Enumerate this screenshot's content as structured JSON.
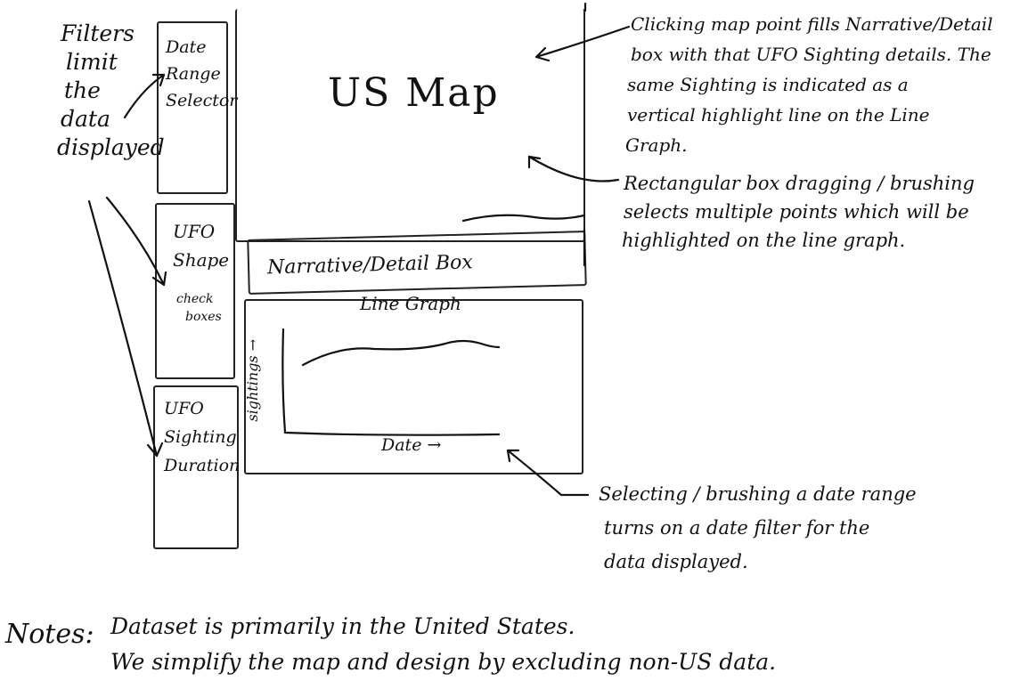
{
  "filters_note": [
    "Filters",
    "limit",
    "the",
    "data",
    "displayed"
  ],
  "sidebar": {
    "date_range": [
      "Date",
      "Range",
      "Selector"
    ],
    "ufo_shape": [
      "UFO",
      "Shape"
    ],
    "ufo_shape_sub": [
      "check",
      "boxes"
    ],
    "duration": [
      "UFO",
      "Sighting",
      "Duration"
    ]
  },
  "map": {
    "label": "US Map"
  },
  "narrative": {
    "label": "Narrative/Detail Box"
  },
  "line_graph": {
    "title": "Line Graph",
    "ylabel": "sightings →",
    "xlabel": "Date →"
  },
  "annotations": {
    "map_click": [
      "Clicking map point fills Narrative/Detail",
      "box with that UFO Sighting details. The",
      "same Sighting is indicated as a",
      "vertical highlight line on the Line",
      "Graph."
    ],
    "map_brush": [
      "Rectangular box dragging / brushing",
      "selects multiple points which will be",
      "highlighted on the line graph."
    ],
    "date_brush": [
      "Selecting / brushing a date range",
      "turns on a date filter for the",
      "data displayed."
    ]
  },
  "notes": {
    "prefix": "Notes:",
    "lines": [
      "Dataset is primarily in the United States.",
      "We simplify the map and design by excluding non-US data."
    ]
  }
}
